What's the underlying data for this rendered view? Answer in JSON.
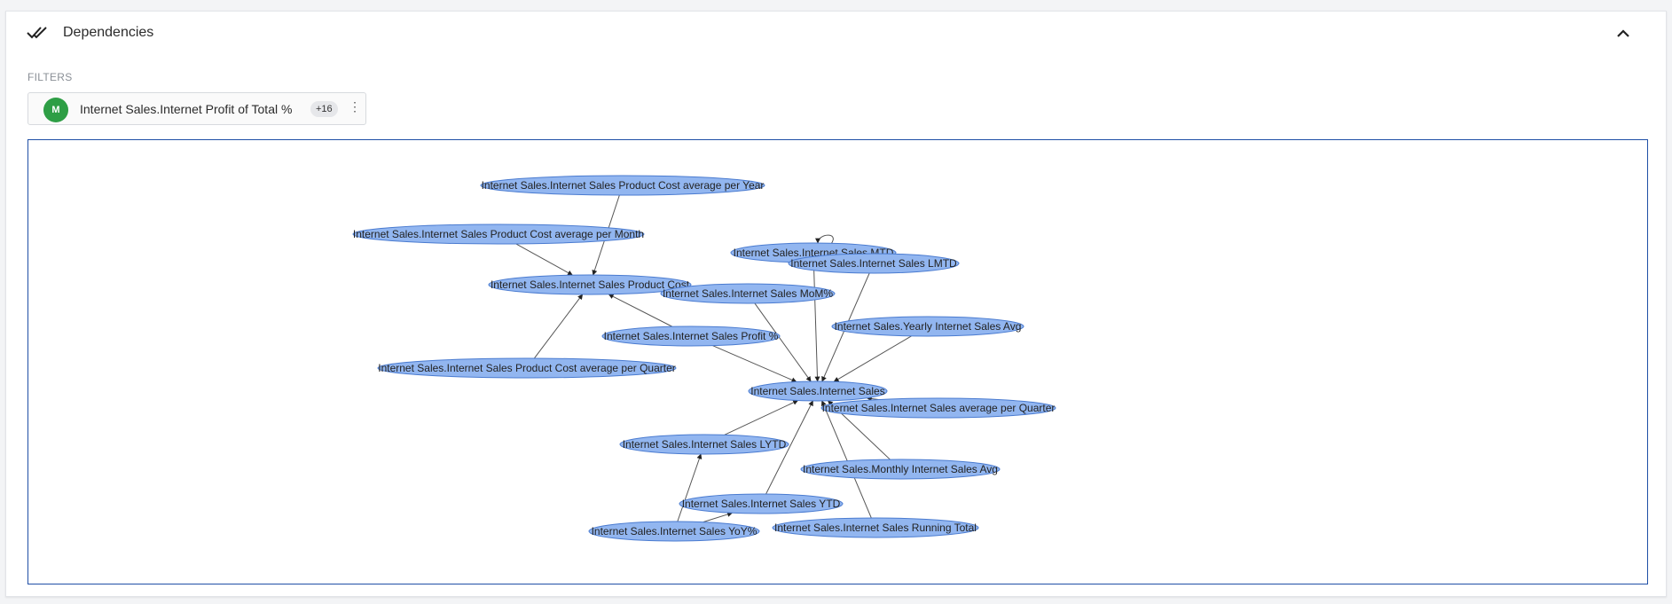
{
  "header": {
    "title": "Dependencies",
    "check_icon": "double-check-icon",
    "collapse_icon": "chevron-up-icon"
  },
  "filters": {
    "label": "FILTERS",
    "chip": {
      "avatar": "M",
      "avatar_color": "#2e9e45",
      "label": "Internet Sales.Internet Profit of Total %",
      "count": "+16",
      "more_icon": "more-vertical-icon"
    }
  },
  "graph": {
    "node_fill": "#92b6f0",
    "node_stroke": "#4a7bd0",
    "border_color": "#1f4fa6",
    "nodes": [
      {
        "id": "n1",
        "label": "Internet Sales.Internet Sales Product Cost average per Year"
      },
      {
        "id": "n2",
        "label": "Internet Sales.Internet Sales Product Cost average per Month"
      },
      {
        "id": "n3",
        "label": "Internet Sales.Internet Sales Product Cost"
      },
      {
        "id": "n4",
        "label": "Internet Sales.Internet Sales Product Cost average per Quarter"
      },
      {
        "id": "n5",
        "label": "Internet Sales.Internet Sales MTD"
      },
      {
        "id": "n6",
        "label": "Internet Sales.Internet Sales LMTD"
      },
      {
        "id": "n7",
        "label": "Internet Sales.Internet Sales MoM%"
      },
      {
        "id": "n8",
        "label": "Internet Sales.Internet Sales Profit %"
      },
      {
        "id": "n9",
        "label": "Internet Sales.Yearly Internet Sales Avg"
      },
      {
        "id": "n10",
        "label": "Internet Sales.Internet Sales"
      },
      {
        "id": "n11",
        "label": "Internet Sales.Internet Sales average per Quarter"
      },
      {
        "id": "n12",
        "label": "Internet Sales.Internet Sales LYTD"
      },
      {
        "id": "n13",
        "label": "Internet Sales.Monthly Internet Sales Avg"
      },
      {
        "id": "n14",
        "label": "Internet Sales.Internet Sales YTD"
      },
      {
        "id": "n15",
        "label": "Internet Sales.Internet Sales YoY%"
      },
      {
        "id": "n16",
        "label": "Internet Sales.Internet Sales Running Total"
      }
    ],
    "edges": [
      [
        "n1",
        "n3"
      ],
      [
        "n2",
        "n3"
      ],
      [
        "n4",
        "n3"
      ],
      [
        "n8",
        "n3"
      ],
      [
        "n5",
        "n10"
      ],
      [
        "n6",
        "n10"
      ],
      [
        "n7",
        "n10"
      ],
      [
        "n8",
        "n10"
      ],
      [
        "n9",
        "n10"
      ],
      [
        "n11",
        "n10"
      ],
      [
        "n12",
        "n10"
      ],
      [
        "n13",
        "n10"
      ],
      [
        "n14",
        "n10"
      ],
      [
        "n16",
        "n10"
      ],
      [
        "n15",
        "n12"
      ],
      [
        "n15",
        "n14"
      ],
      [
        "n5",
        "n5"
      ]
    ]
  }
}
